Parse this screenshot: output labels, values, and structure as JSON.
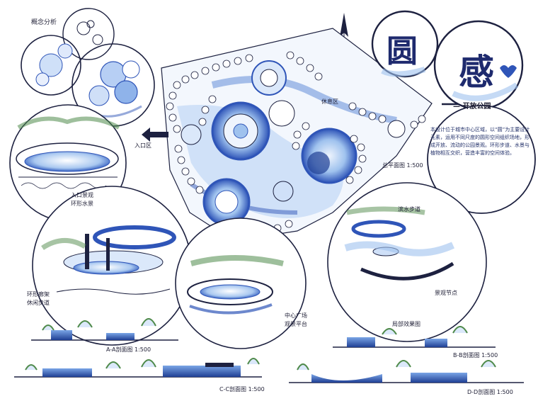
{
  "board": {
    "title_char_1": "圆",
    "title_char_2": "感",
    "subtitle": "— 开放公园",
    "top_left_label": "概念分析",
    "description": "本设计位于城市中心区域，以“圆”为主要设计元素，运用不同尺度的圆形空间组织场地，形成开放、流动的公园景观。环形步道、水景与植物相互交织，营造丰富的空间体验。",
    "labels": {
      "plan_scale": "总平面图 1:500",
      "top_plan_note": "休息区",
      "left_arrow_note": "入口区",
      "view_a": "入口景观",
      "view_a_note": "环形水景",
      "view_b": "环形廊架",
      "view_b_note": "休闲步道",
      "view_c": "中心广场",
      "view_c_note": "观景平台",
      "view_d": "滨水步道",
      "view_d_note": "景观节点",
      "section_label": "局部效果图",
      "sec1": "A-A剖面图 1:500",
      "sec2": "B-B剖面图 1:500",
      "sec3": "C-C剖面图 1:500",
      "sec4": "D-D剖面图 1:500"
    }
  },
  "colors": {
    "ink": "#1d2140",
    "blue": "#2f55b8",
    "light_blue": "#9fc2ee",
    "pale": "#dbe8fa",
    "green": "#4f8a4a"
  }
}
